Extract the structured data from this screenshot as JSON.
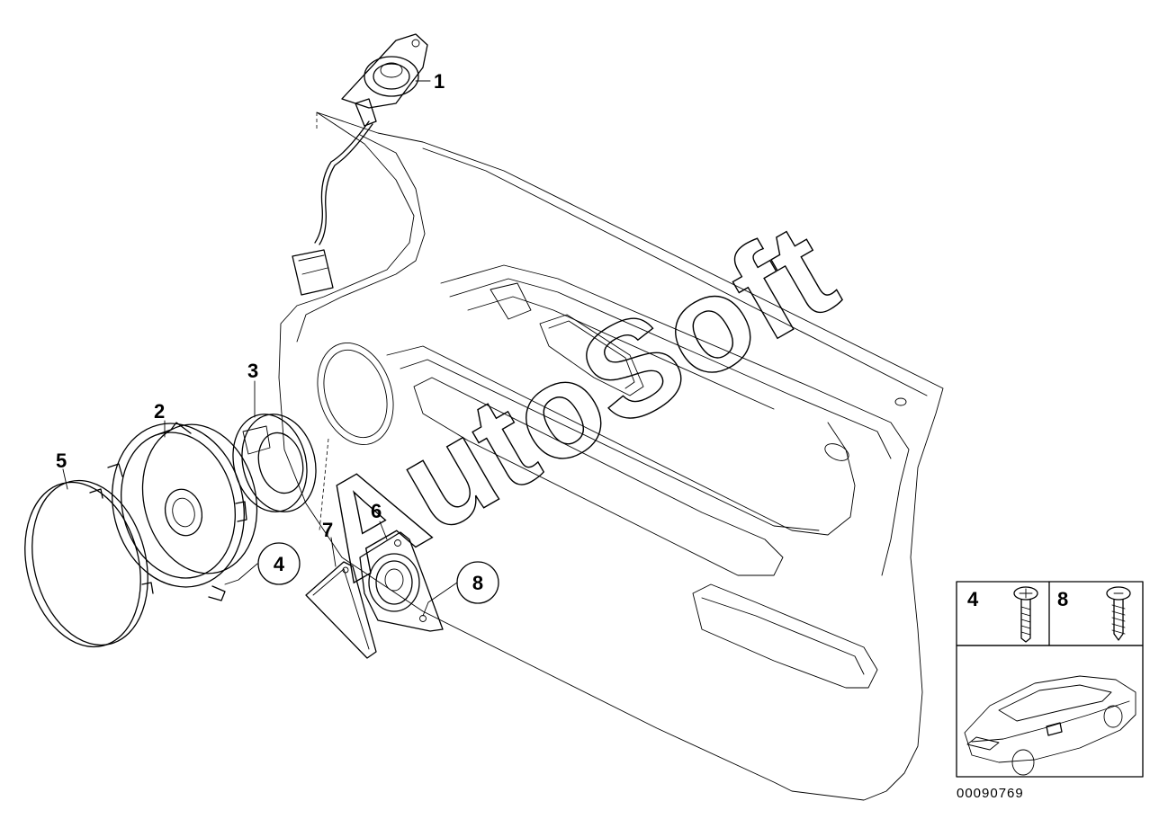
{
  "callouts": {
    "c1": "1",
    "c2": "2",
    "c3": "3",
    "c4": "4",
    "c5": "5",
    "c6": "6",
    "c7": "7",
    "c8": "8"
  },
  "legend": {
    "screw_4": "4",
    "screw_8": "8"
  },
  "watermark": "AutoSoft",
  "document_id": "00090769",
  "colors": {
    "line": "#000000",
    "background": "#ffffff"
  }
}
